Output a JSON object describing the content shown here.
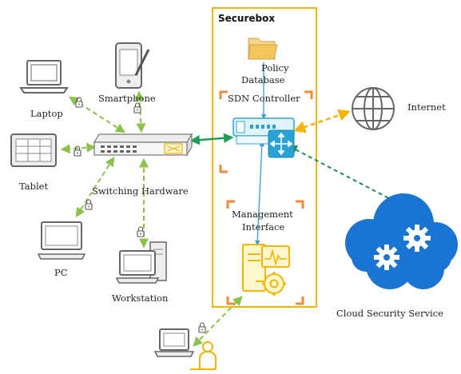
{
  "colors": {
    "securebox_border": "#f4b400",
    "device_green": "#8bc34a",
    "controller_link": "#1e9e5a",
    "internet_link": "#f4b400",
    "cloud_link": "#1e8f4e",
    "internal_link": "#3a9ad9",
    "device_gray": "#666666",
    "accent_blue": "#29a3d6",
    "cloud_blue": "#1a75d2",
    "corner_orange": "#f08a3c"
  },
  "securebox": {
    "title": "Securebox"
  },
  "components": {
    "policy_database": {
      "label_line1": "Policy",
      "label_line2": "Database",
      "icon": "folder-icon"
    },
    "sdn_controller": {
      "label": "SDN Controller",
      "icon": "controller-icon"
    },
    "management_interface": {
      "label_line1": "Management",
      "label_line2": "Interface",
      "icon": "gears-monitor-icon"
    }
  },
  "network": {
    "switching_hardware": {
      "label": "Switching Hardware",
      "icon": "switch-icon"
    },
    "internet": {
      "label": "Internet",
      "icon": "globe-icon"
    },
    "cloud_security_service": {
      "label": "Cloud Security Service",
      "icon": "cloud-gear-icon"
    }
  },
  "devices": [
    {
      "label": "Laptop",
      "icon": "laptop-icon"
    },
    {
      "label": "Smartphone",
      "icon": "smartphone-icon"
    },
    {
      "label": "Tablet",
      "icon": "tablet-icon"
    },
    {
      "label": "PC",
      "icon": "pc-icon"
    },
    {
      "label": "Workstation",
      "icon": "workstation-icon"
    }
  ],
  "admin": {
    "icons": [
      "laptop-icon",
      "user-icon",
      "lock-icon"
    ]
  }
}
